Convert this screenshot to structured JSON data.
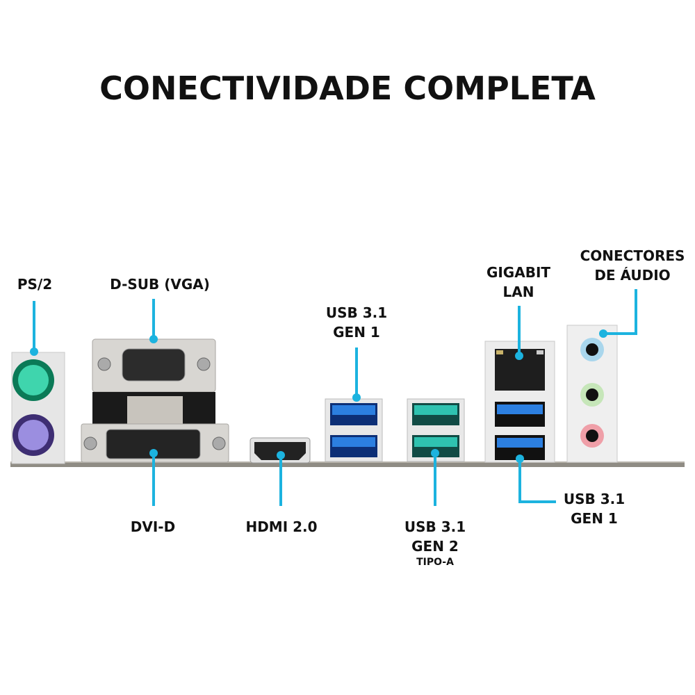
{
  "title": "CONECTIVIDADE COMPLETA",
  "accent_color": "#1cb3df",
  "labels": {
    "ps2": "PS/2",
    "dsub": "D-SUB (VGA)",
    "dvi": "DVI-D",
    "hdmi": "HDMI 2.0",
    "usb_gen1_top_l1": "USB 3.1",
    "usb_gen1_top_l2": "GEN 1",
    "usb_gen2_l1": "USB 3.1",
    "usb_gen2_l2": "GEN 2",
    "usb_gen2_l3": "TIPO-A",
    "lan_l1": "GIGABIT",
    "lan_l2": "LAN",
    "audio_l1": "CONECTORES",
    "audio_l2": "DE ÁUDIO",
    "usb_gen1_right_l1": "USB 3.1",
    "usb_gen1_right_l2": "GEN 1"
  },
  "ports": [
    "ps2-keyboard",
    "ps2-mouse",
    "vga",
    "dvi-d",
    "hdmi",
    "usb-3.1-gen1-stack",
    "usb-3.1-gen2-stack",
    "rj45-lan",
    "usb-3.1-gen1-pair",
    "audio-jacks"
  ]
}
